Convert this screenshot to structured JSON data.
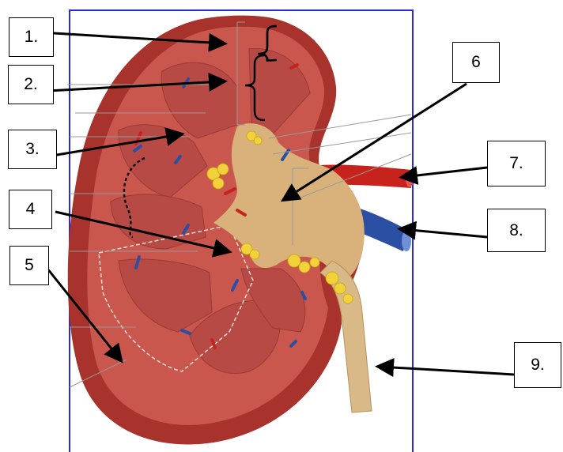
{
  "labels": [
    {
      "id": "1",
      "text": "1."
    },
    {
      "id": "2",
      "text": "2."
    },
    {
      "id": "3",
      "text": "3."
    },
    {
      "id": "4",
      "text": "4"
    },
    {
      "id": "5",
      "text": "5"
    },
    {
      "id": "6",
      "text": "6"
    },
    {
      "id": "7",
      "text": "7."
    },
    {
      "id": "8",
      "text": "8."
    },
    {
      "id": "9",
      "text": "9."
    }
  ],
  "colors": {
    "frame_border": "#2a2adf",
    "capsule": "#a8322c",
    "cortex": "#c9574d",
    "medulla_pyramid": "#b84a45",
    "pelvis": "#d8b27a",
    "ureter": "#d9b987",
    "fat": "#f1d23a",
    "artery": "#c8221c",
    "vein": "#2b4fa3",
    "arrow": "#000000"
  }
}
